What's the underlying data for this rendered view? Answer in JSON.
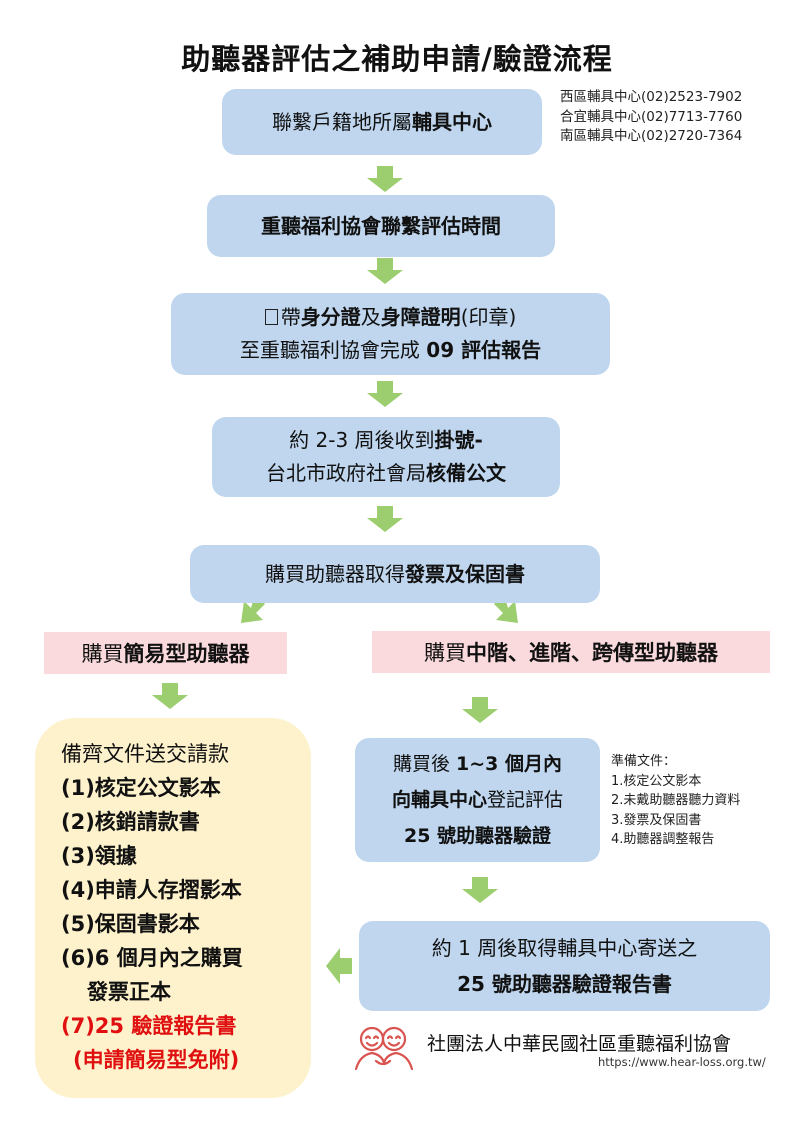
{
  "title": "助聽器評估之補助申請/驗證流程",
  "contacts": [
    "西區輔具中心(02)2523-7902",
    "合宜輔具中心(02)7713-7760",
    "南區輔具中心(02)2720-7364"
  ],
  "step1": {
    "pre": "聯繫戶籍地所屬",
    "bold": "輔具中心"
  },
  "step2": {
    "bold": "重聽福利協會聯繫評估時間"
  },
  "step3": {
    "line1_a": "帶",
    "line1_b": "身分證",
    "line1_c": "及",
    "line1_d": "身障證明",
    "line1_e": "(印章)",
    "line2_a": "至重聽福利協會完成 ",
    "line2_b": "09 評估報告"
  },
  "step4": {
    "line1_a": "約 2-3 周後收到",
    "line1_b": "掛號-",
    "line2_a": "台北市政府社會局",
    "line2_b": "核備公文"
  },
  "step5": {
    "pre": "購買助聽器取得",
    "bold": "發票及保固書"
  },
  "branch_left": {
    "pre": "購買",
    "bold": "簡易型助聽器"
  },
  "branch_right": {
    "pre": "購買",
    "bold": "中階、進階、跨傳型助聽器"
  },
  "docs_box": {
    "heading": "備齊文件送交請款",
    "items": [
      "(1)核定公文影本",
      "(2)核銷請款書",
      "(3)領據",
      "(4)申請人存摺影本",
      "(5)保固書影本",
      "(6)6 個月內之購買",
      "發票正本"
    ],
    "red_items": [
      "(7)25 驗證報告書",
      "(申請簡易型免附)"
    ]
  },
  "verify_box": {
    "line1_a": "購買後 ",
    "line1_b": "1~3 個月內",
    "line2_a": "向輔具中心",
    "line2_b": "登記評估",
    "line3": "25 號助聽器驗證"
  },
  "prep_docs": {
    "heading": "準備文件：",
    "items": [
      "1.核定公文影本",
      "2.未戴助聽器聽力資料",
      "3.發票及保固書",
      "4.助聽器調整報告"
    ]
  },
  "report_box": {
    "line1": "約 1 周後取得輔具中心寄送之",
    "line2": "25 號助聽器驗證報告書"
  },
  "org": {
    "name": "社團法人中華民國社區重聽福利協會",
    "url": "https://www.hear-loss.org.tw/"
  },
  "colors": {
    "box": "#bfd6ee",
    "arrow": "#9ccd6e",
    "pink": "#fadadd",
    "yellow": "#fdf2cc",
    "red": "#e01010"
  }
}
